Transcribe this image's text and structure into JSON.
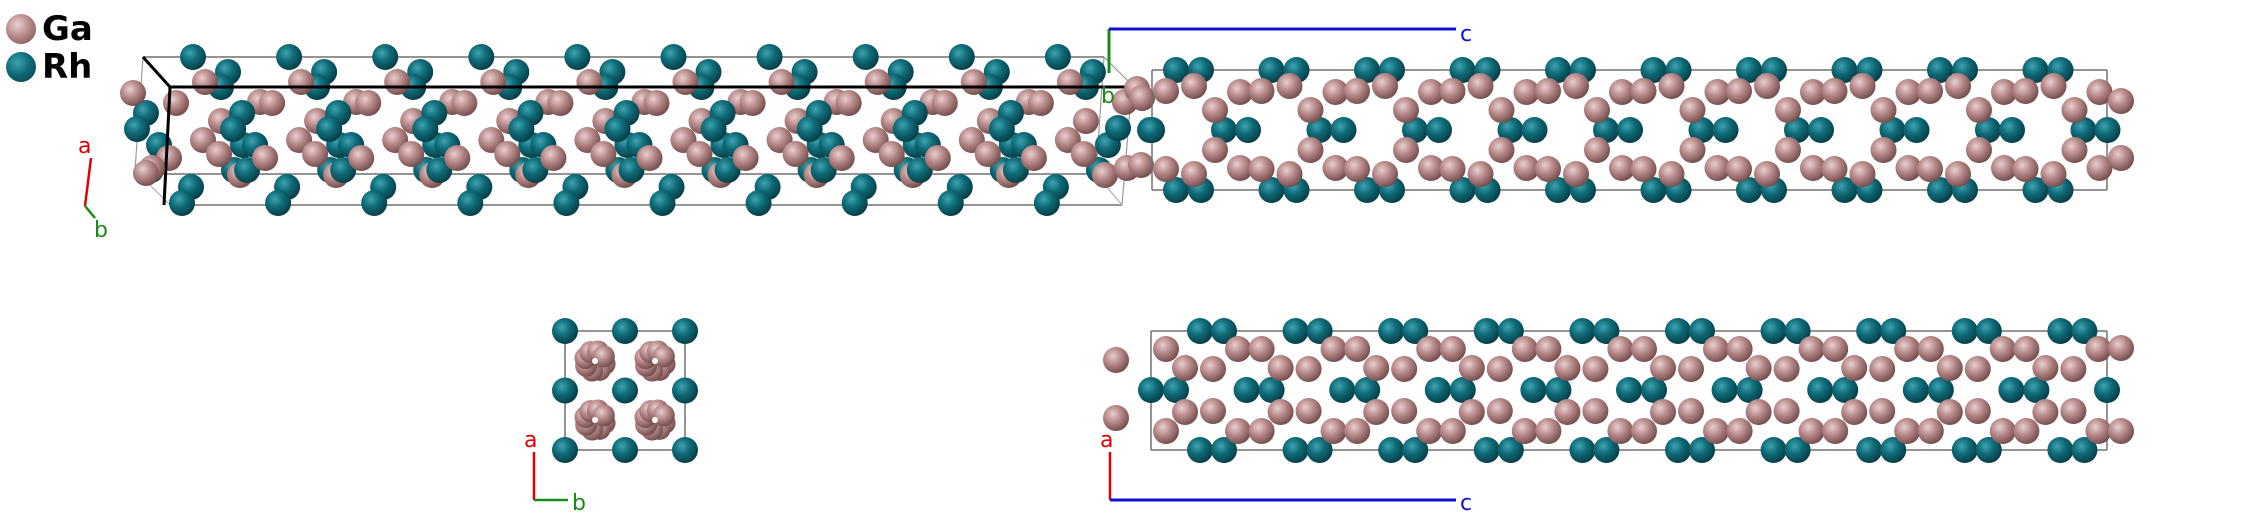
{
  "title": "Ga-Rh crystal structure views",
  "legend": [
    {
      "element": "Ga",
      "color": "#b88a8a"
    },
    {
      "element": "Rh",
      "color": "#0f6b78"
    }
  ],
  "colors": {
    "axis_a": "#e00000",
    "axis_b": "#1a8a1a",
    "axis_c": "#1010d0",
    "cell_edge": "#707070",
    "cell_edge_front": "#000000"
  },
  "views": [
    {
      "id": "perspective",
      "description": "Perspective view along c",
      "axes": [
        "a",
        "b"
      ],
      "repeat_units": 10
    },
    {
      "id": "along-a",
      "description": "Projection with b (up) and c (right)",
      "axes": [
        "b",
        "c"
      ],
      "repeat_units": 10
    },
    {
      "id": "along-c",
      "description": "Projection with a (up) and b (right)",
      "axes": [
        "a",
        "b"
      ],
      "repeat_units": 4
    },
    {
      "id": "along-b",
      "description": "Projection with a (up) and c (right)",
      "axes": [
        "a",
        "c"
      ],
      "repeat_units": 10
    }
  ],
  "axis_labels": {
    "a": "a",
    "b": "b",
    "c": "c"
  }
}
